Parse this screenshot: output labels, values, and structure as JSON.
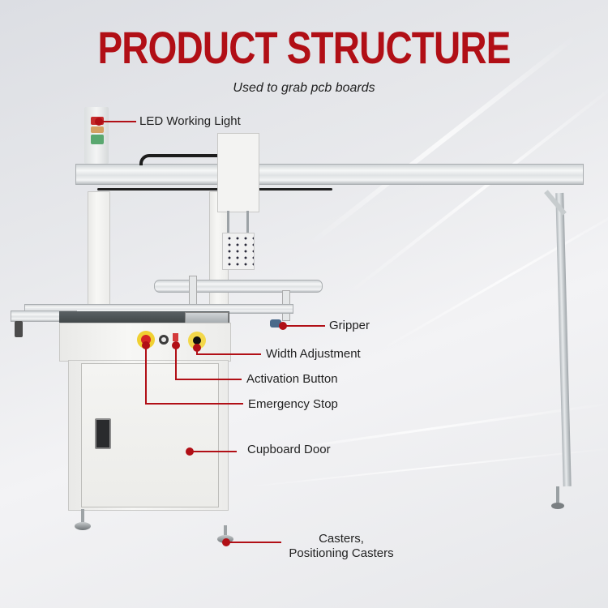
{
  "header": {
    "title": "PRODUCT STRUCTURE",
    "subtitle": "Used to grab pcb boards"
  },
  "colors": {
    "accent": "#b10f16",
    "text": "#222222",
    "background": "#e8e9ec"
  },
  "callouts": [
    {
      "id": "led-working-light",
      "label": "LED Working Light"
    },
    {
      "id": "gripper",
      "label": "Gripper"
    },
    {
      "id": "width-adjustment",
      "label": "Width Adjustment"
    },
    {
      "id": "activation-button",
      "label": "Activation Button"
    },
    {
      "id": "emergency-stop",
      "label": "Emergency Stop"
    },
    {
      "id": "cupboard-door",
      "label": "Cupboard Door"
    },
    {
      "id": "casters",
      "label": "Casters,",
      "label_line2": "Positioning Casters"
    }
  ]
}
